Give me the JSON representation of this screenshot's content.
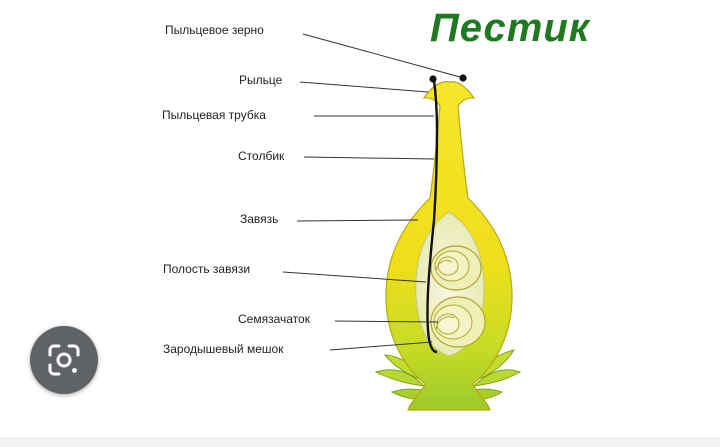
{
  "diagram": {
    "title": "Пестик",
    "labels": {
      "pollen_grain": "Пыльцевое зерно",
      "stigma": "Рыльце",
      "pollen_tube": "Пыльцевая трубка",
      "style": "Столбик",
      "ovary": "Завязь",
      "ovary_cavity": "Полость завязи",
      "ovule": "Семязачаток",
      "embryo_sac": "Зародышевый мешок"
    },
    "colors": {
      "title": "#1f7a1f",
      "pistil_yellow": "#f2e11c",
      "pistil_green": "#a8cf2c",
      "lines": "#333333"
    }
  },
  "overlay": {
    "lens_icon": "google-lens-icon"
  }
}
